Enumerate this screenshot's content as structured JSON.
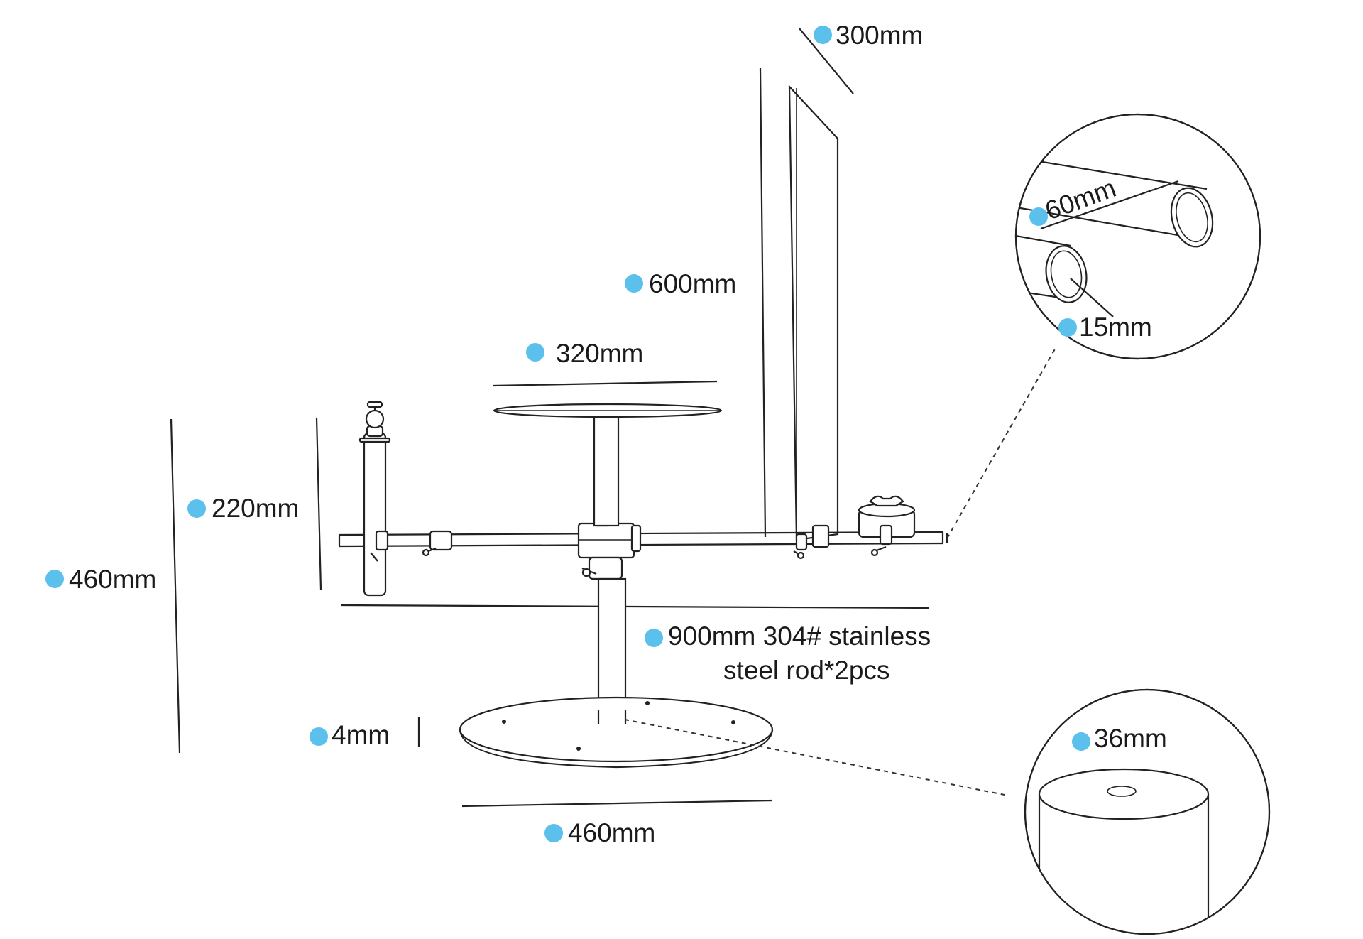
{
  "colors": {
    "marker": "#5bc0eb",
    "line": "#222222",
    "text": "#1a1a1a",
    "background": "#ffffff"
  },
  "labels": {
    "reflector_depth": "300mm",
    "reflector_height": "600mm",
    "turntable_diameter": "320mm",
    "riser_height": "220mm",
    "total_height": "460mm",
    "rod_line1": "900mm 304# stainless",
    "rod_line2": "steel rod*2pcs",
    "base_thickness": "4mm",
    "base_diameter": "460mm",
    "rod_spacing": "60mm",
    "rod_diameter": "15mm",
    "post_diameter": "36mm"
  }
}
